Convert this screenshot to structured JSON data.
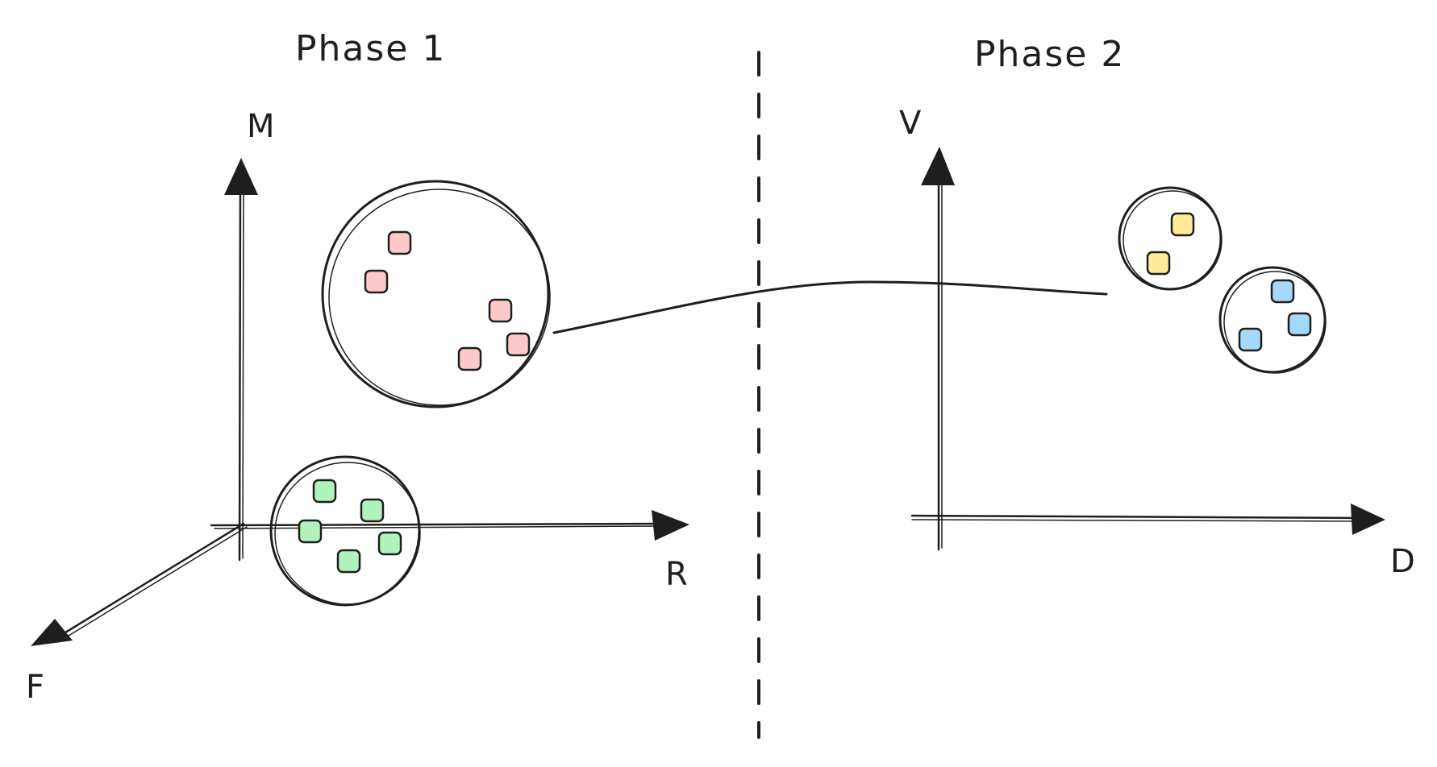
{
  "phase1": {
    "title": "Phase 1",
    "axis_vertical_label": "M",
    "axis_horizontal_label": "R",
    "axis_depth_label": "F",
    "large_cluster_color": "#ffc9c9",
    "small_cluster_color": "#b2f2bb"
  },
  "phase2": {
    "title": "Phase 2",
    "axis_vertical_label": "V",
    "axis_horizontal_label": "D",
    "upper_cluster_color": "#ffec99",
    "lower_cluster_color": "#a5d8ff"
  },
  "colors": {
    "ink": "#1e1e1e",
    "background": "#ffffff"
  }
}
